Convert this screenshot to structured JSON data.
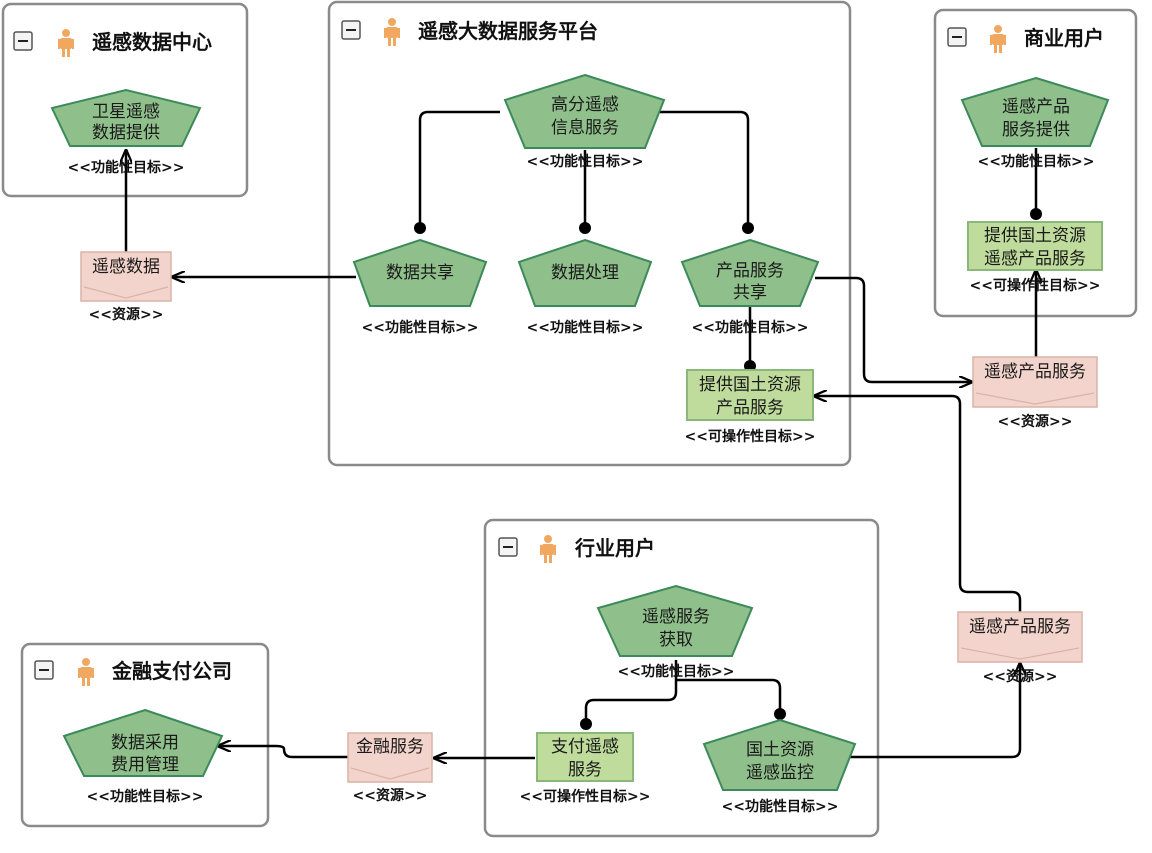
{
  "actors": {
    "data_center": {
      "title": "遥感数据中心"
    },
    "platform": {
      "title": "遥感大数据服务平台"
    },
    "business": {
      "title": "商业用户"
    },
    "industry": {
      "title": "行业用户"
    },
    "finance": {
      "title": "金融支付公司"
    }
  },
  "stereotypes": {
    "functional": "<<功能性目标>>",
    "operational": "<<可操作性目标>>",
    "resource": "<<资源>>"
  },
  "goals": {
    "satellite": [
      "卫星遥感",
      "数据提供"
    ],
    "hires": [
      "高分遥感",
      "信息服务"
    ],
    "share": [
      "数据共享"
    ],
    "process": [
      "数据处理"
    ],
    "product_share": [
      "产品服务",
      "共享"
    ],
    "rs_product_provide": [
      "遥感产品",
      "服务提供"
    ],
    "rs_service_get": [
      "遥感服务",
      "获取"
    ],
    "land_monitor": [
      "国土资源",
      "遥感监控"
    ],
    "fee_manage": [
      "数据采用",
      "费用管理"
    ]
  },
  "tasks": {
    "land_product": [
      "提供国土资源",
      "产品服务"
    ],
    "land_rs_product": [
      "提供国土资源",
      "遥感产品服务"
    ],
    "pay_rs": [
      "支付遥感",
      "服务"
    ]
  },
  "resources": {
    "rs_data": "遥感数据",
    "rs_product_1": "遥感产品服务",
    "rs_product_2": "遥感产品服务",
    "finance_service": "金融服务"
  },
  "colors": {
    "goal_fill": "#8fbf8a",
    "goal_stroke": "#3c8a5a",
    "task_fill": "#bfdc9c",
    "resource_fill": "#f2d4cc",
    "actor_border": "#8a8a8a",
    "actor_icon": "#f0a860"
  },
  "icons": {
    "collapse": "minus-square-icon",
    "actor": "person-icon"
  }
}
